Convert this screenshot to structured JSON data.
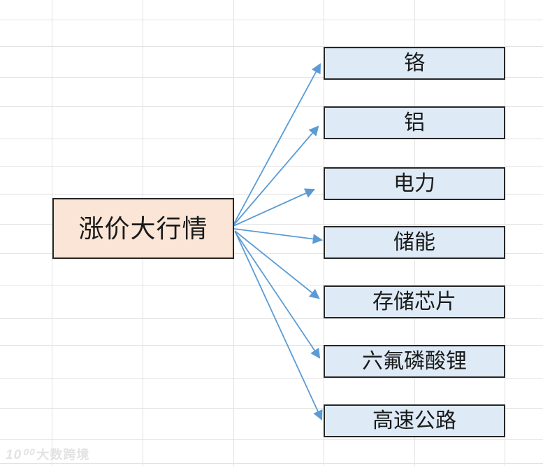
{
  "diagram": {
    "root": {
      "label": "涨价大行情"
    },
    "children": [
      {
        "label": "铬"
      },
      {
        "label": "铝"
      },
      {
        "label": "电力"
      },
      {
        "label": "储能"
      },
      {
        "label": "存储芯片"
      },
      {
        "label": "六氟磷酸锂"
      },
      {
        "label": "高速公路"
      }
    ],
    "colors": {
      "root_fill": "#FBE5D6",
      "child_fill": "#DEEBF7",
      "node_border": "#262626",
      "arrow": "#5B9BD5",
      "gridline": "#E2E2E2"
    }
  },
  "watermark": {
    "logo": "10⁰⁰",
    "text": "大数跨境"
  }
}
